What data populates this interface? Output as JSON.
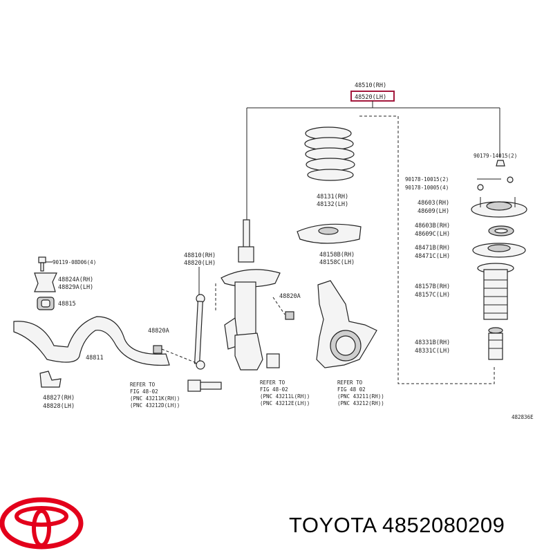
{
  "diagram": {
    "assembly": {
      "rh": "48510(RH)",
      "lh": "48520(LH)"
    },
    "labels": {
      "nut_top": "90179-14015(2)",
      "nut_2": "90178-10015(2)",
      "nut_4": "90178-10005(4)",
      "spring_rh": "48131(RH)",
      "spring_lh": "48132(LH)",
      "insulator_rh": "48158B(RH)",
      "insulator_lh": "48158C(LH)",
      "mount_rh": "48603(RH)",
      "mount_lh": "48609(LH)",
      "bearing_rh": "48603B(RH)",
      "bearing_lh": "48609C(LH)",
      "seat_rh": "48471B(RH)",
      "seat_lh": "48471C(LH)",
      "boot_rh": "48157B(RH)",
      "boot_lh": "48157C(LH)",
      "bumper_rh": "48331B(RH)",
      "bumper_lh": "48331C(LH)",
      "link_rh": "48810(RH)",
      "link_lh": "48820(LH)",
      "nut_48820a_right": "48820A",
      "nut_48820a_left": "48820A",
      "bolt_label": "90119-08D06(4)",
      "bracket_rh": "48824A(RH)",
      "bracket_lh": "48829A(LH)",
      "bushing": "48815",
      "stabilizer_bar": "48811",
      "clamp_rh": "48827(RH)",
      "clamp_lh": "48828(LH)",
      "diagram_id": "482836E"
    },
    "refer_notes": {
      "bolt": [
        "REFER TO",
        "FIG 48-02",
        "(PNC 43211K(RH))",
        "(PNC 43212D(LH))"
      ],
      "mid": [
        "REFER TO",
        "FIG 48-02",
        "(PNC 43211L(RH))",
        "(PNC 43212E(LH))"
      ],
      "knuckle": [
        "REFER TO",
        "FIG 48 02",
        "(PNC 43211(RH))",
        "(PNC 43212(RH))"
      ]
    },
    "highlight_color": "#a3183c"
  },
  "footer": {
    "brand_text": "TOYOTA 4852080209",
    "logo_color": "#e3001b",
    "logo_icon": "toyota-logo"
  }
}
